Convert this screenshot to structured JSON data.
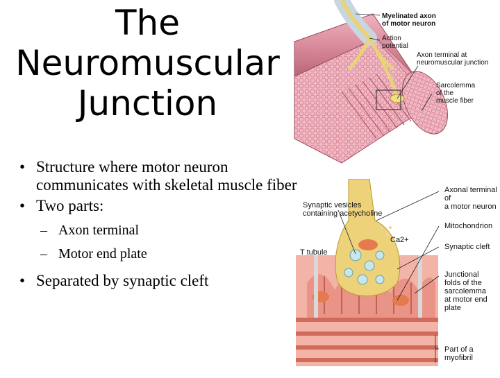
{
  "slide": {
    "title_lines": [
      "The",
      "Neuromuscular",
      "Junction"
    ],
    "bullets": {
      "b1": "Structure where motor neuron communicates with skeletal muscle fiber",
      "b2": "Two parts:",
      "sub1": "Axon terminal",
      "sub2": "Motor end plate",
      "b3": "Separated by synaptic cleft"
    }
  },
  "figure_top": {
    "labels": {
      "axon": "Myelinated axon\nof motor neuron",
      "ap": "Action\npotential",
      "terminal": "Axon terminal at\nneuromuscular junction",
      "sarcolemma": "Sarcolemma\nof the\nmuscle fiber"
    }
  },
  "figure_bottom": {
    "labels": {
      "vesicles": "Synaptic vesicles\ncontaining acetycholine",
      "ttubule": "T tubule",
      "ca": "Ca2+",
      "axonal": "Axonal terminal of\na motor neuron",
      "mito": "Mitochondrion",
      "cleft": "Synaptic cleft",
      "folds": "Junctional\nfolds of the\nsarcolemma\nat motor end\nplate",
      "myo": "Part of a\nmyofibril"
    }
  },
  "colors": {
    "muscle": "#d98c9c",
    "myelin": "#c8d6e2",
    "axon": "#e8d27a",
    "fiber_end": "#f3b8c4"
  }
}
